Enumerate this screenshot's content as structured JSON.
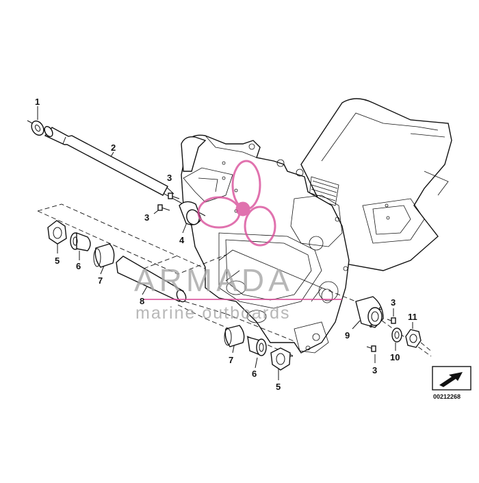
{
  "callouts": [
    "1",
    "2",
    "3",
    "3",
    "4",
    "5",
    "6",
    "7",
    "8",
    "3",
    "11",
    "9",
    "10",
    "3",
    "7",
    "6",
    "5"
  ],
  "watermark": {
    "title": "ARMADA",
    "subtitle": "marine outboards"
  },
  "diagram_ref": "00212268",
  "colors": {
    "line": "#111111",
    "watermark_text": "#a6a6a6",
    "logo_pink": "#d94f9a"
  }
}
